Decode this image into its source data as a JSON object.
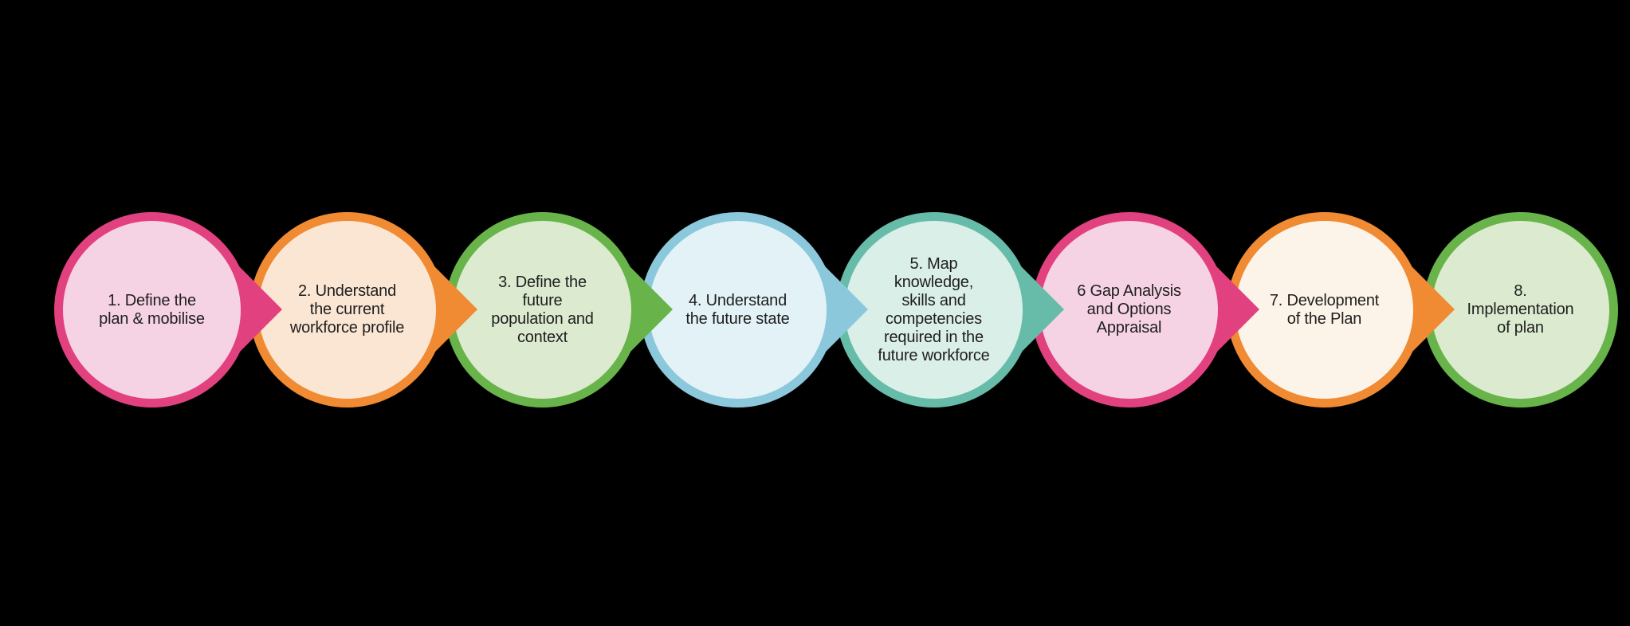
{
  "background_color": "#000000",
  "diagram": {
    "type": "process-flow",
    "description": "Eight-step workforce planning process; each step is a colored circle with a right-pointing arrowhead leading to the next step",
    "text_color": "#1e1e1e",
    "steps": [
      {
        "id": 1,
        "label": "1. Define the\nplan & mobilise",
        "border_color": "#E2417F",
        "fill_color": "#F6D3E4",
        "arrow": true
      },
      {
        "id": 2,
        "label": "2. Understand\nthe current\nworkforce profile",
        "border_color": "#F08A33",
        "fill_color": "#FBE6D3",
        "arrow": true
      },
      {
        "id": 3,
        "label": "3. Define the\nfuture\npopulation and\ncontext",
        "border_color": "#68B44A",
        "fill_color": "#DCEACF",
        "arrow": true
      },
      {
        "id": 4,
        "label": "4. Understand\nthe future state",
        "border_color": "#8BC8DB",
        "fill_color": "#E2F2F7",
        "arrow": true
      },
      {
        "id": 5,
        "label": "5. Map\nknowledge,\nskills and\ncompetencies\nrequired in the\nfuture workforce",
        "border_color": "#66BCA9",
        "fill_color": "#DBEFE9",
        "arrow": true
      },
      {
        "id": 6,
        "label": "6 Gap Analysis\nand Options\nAppraisal",
        "border_color": "#E2417F",
        "fill_color": "#F6D3E4",
        "arrow": true
      },
      {
        "id": 7,
        "label": "7. Development\nof the Plan",
        "border_color": "#F08A33",
        "fill_color": "#FDF4E9",
        "arrow": true
      },
      {
        "id": 8,
        "label": "8.\nImplementation\nof plan",
        "border_color": "#68B44A",
        "fill_color": "#DCEACF",
        "arrow": false
      }
    ]
  }
}
